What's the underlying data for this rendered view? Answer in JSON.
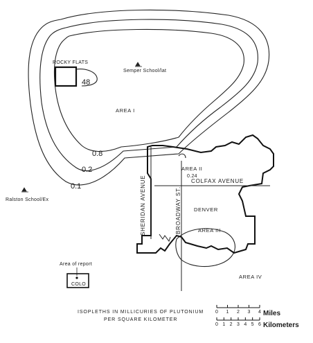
{
  "map": {
    "place_labels": {
      "rocky_flats": "ROCKY FLATS",
      "semper_school": "Semper School/lat",
      "ralston_school": "Ralston School/Ex",
      "denver": "DENVER"
    },
    "area_labels": {
      "area_1": "AREA I",
      "area_2": "AREA II",
      "area_3": "AREA III",
      "area_4": "AREA IV"
    },
    "isopleth_values": {
      "iso_48": "48",
      "iso_08": "0.8",
      "iso_02": "0.2",
      "iso_01": "0.1",
      "iso_024": "0.24"
    },
    "streets": {
      "sheridan": "SHERIDAN AVENUE",
      "broadway": "BROADWAY ST.",
      "colfax": "COLFAX AVENUE"
    },
    "inset": {
      "title": "Area of report",
      "state": "COLO"
    },
    "scale": {
      "miles_label": "Miles",
      "miles_ticks": [
        "0",
        "1",
        "2",
        "3",
        "4"
      ],
      "km_label": "Kilometers",
      "km_ticks": [
        "0",
        "1",
        "2",
        "3",
        "4",
        "5",
        "6"
      ]
    },
    "caption": {
      "line1": "ISOPLETHS IN MILLICURIES OF PLUTONIUM",
      "line2": "PER SQUARE KILOMETER"
    }
  }
}
